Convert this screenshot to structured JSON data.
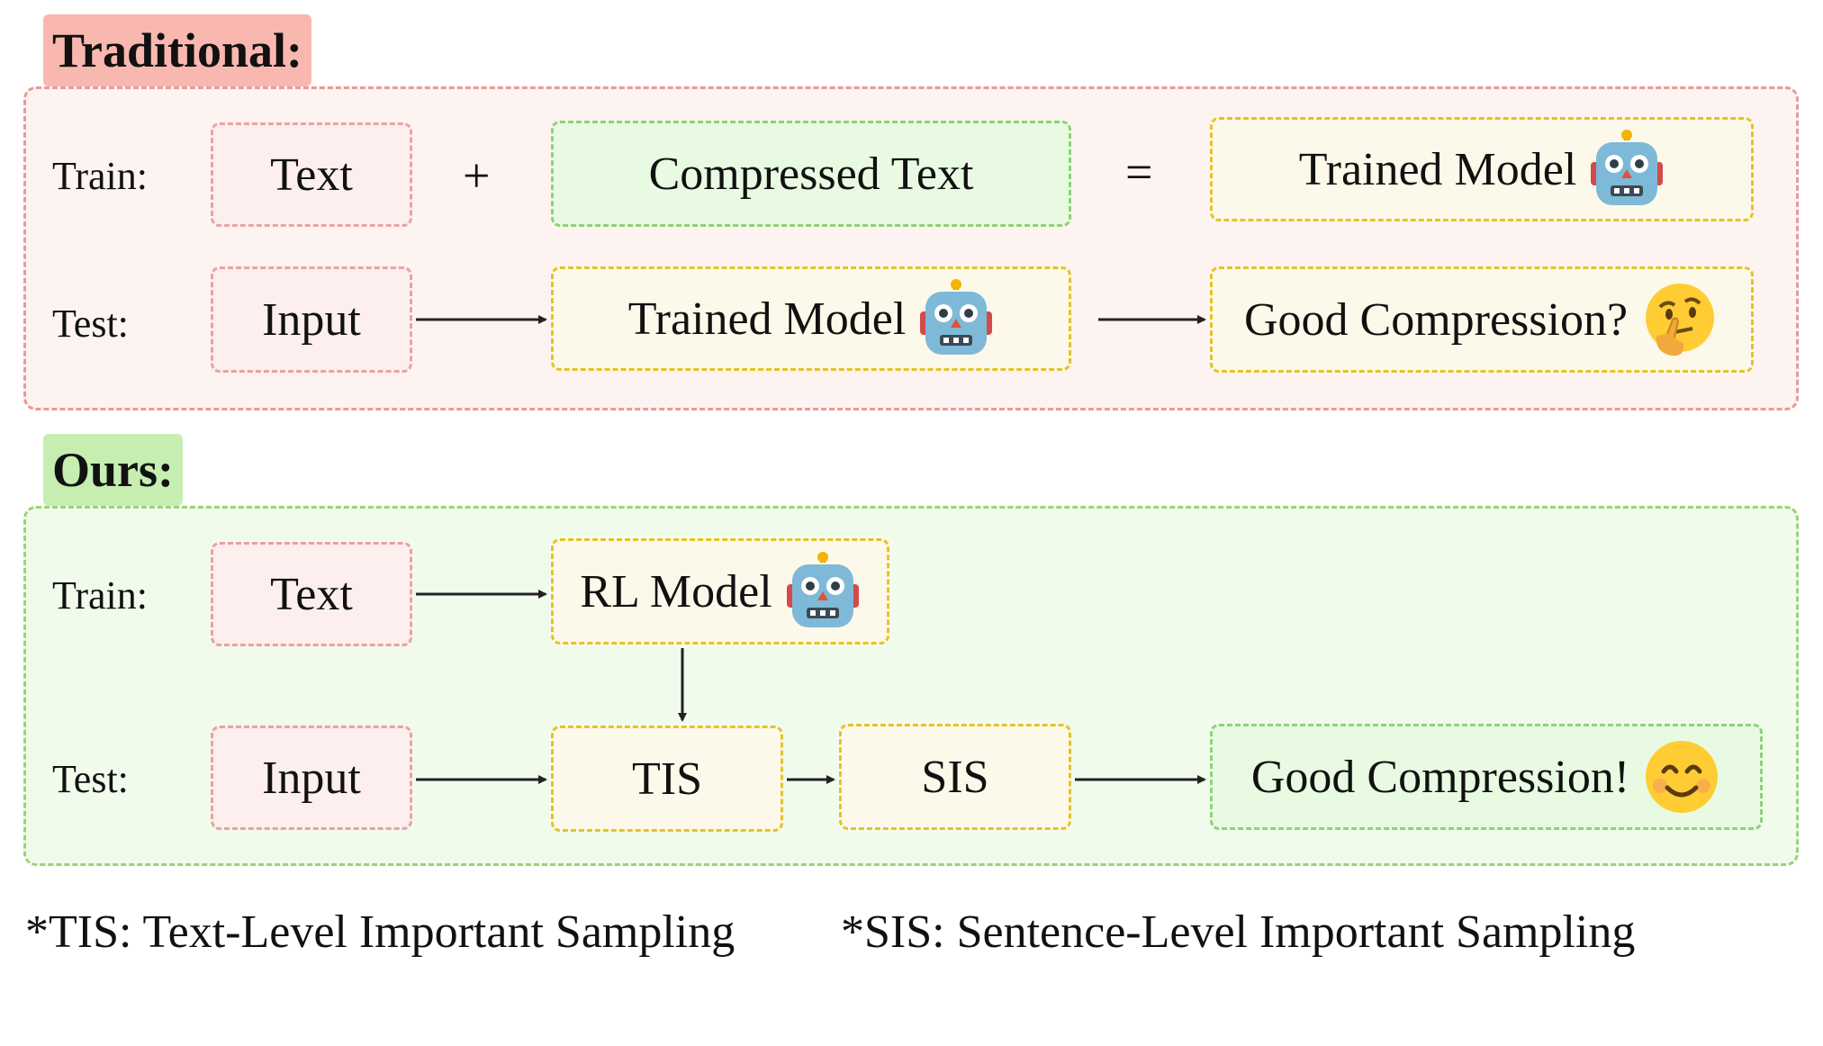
{
  "traditional": {
    "tag": "Traditional:",
    "train_label": "Train:",
    "test_label": "Test:",
    "train_text": "Text",
    "plus": "+",
    "compressed_text": "Compressed Text",
    "equals": "=",
    "trained_model_train": "Trained Model",
    "test_input": "Input",
    "trained_model_test": "Trained Model",
    "output": "Good Compression?"
  },
  "ours": {
    "tag": "Ours:",
    "train_label": "Train:",
    "test_label": "Test:",
    "train_text": "Text",
    "rl_model": "RL Model",
    "test_input": "Input",
    "tis": "TIS",
    "sis": "SIS",
    "output": "Good Compression!"
  },
  "footnotes": {
    "tis": "*TIS: Text-Level Important Sampling",
    "sis": "*SIS: Sentence-Level Important Sampling"
  },
  "icons": {
    "robot": "robot-icon",
    "thinking": "thinking-face-icon",
    "smile": "smiling-face-icon"
  }
}
